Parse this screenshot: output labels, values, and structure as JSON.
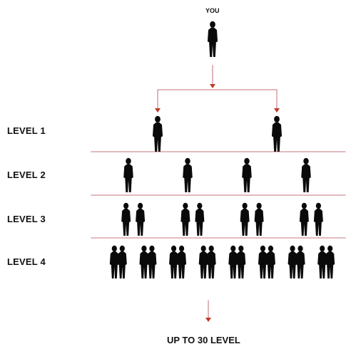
{
  "top_label": "YOU",
  "levels": [
    {
      "label": "LEVEL 1",
      "people": 2
    },
    {
      "label": "LEVEL 2",
      "people": 4
    },
    {
      "label": "LEVEL 3",
      "people": 8
    },
    {
      "label": "LEVEL 4",
      "people": 16
    }
  ],
  "footer": "UP TO 30 LEVEL",
  "colors": {
    "person": "#0a0a0a",
    "line": "#d9a3a9",
    "arrow": "#c0392b",
    "text": "#111111",
    "background": "#ffffff"
  },
  "icons": [
    "person-icon",
    "arrow-down-icon"
  ]
}
